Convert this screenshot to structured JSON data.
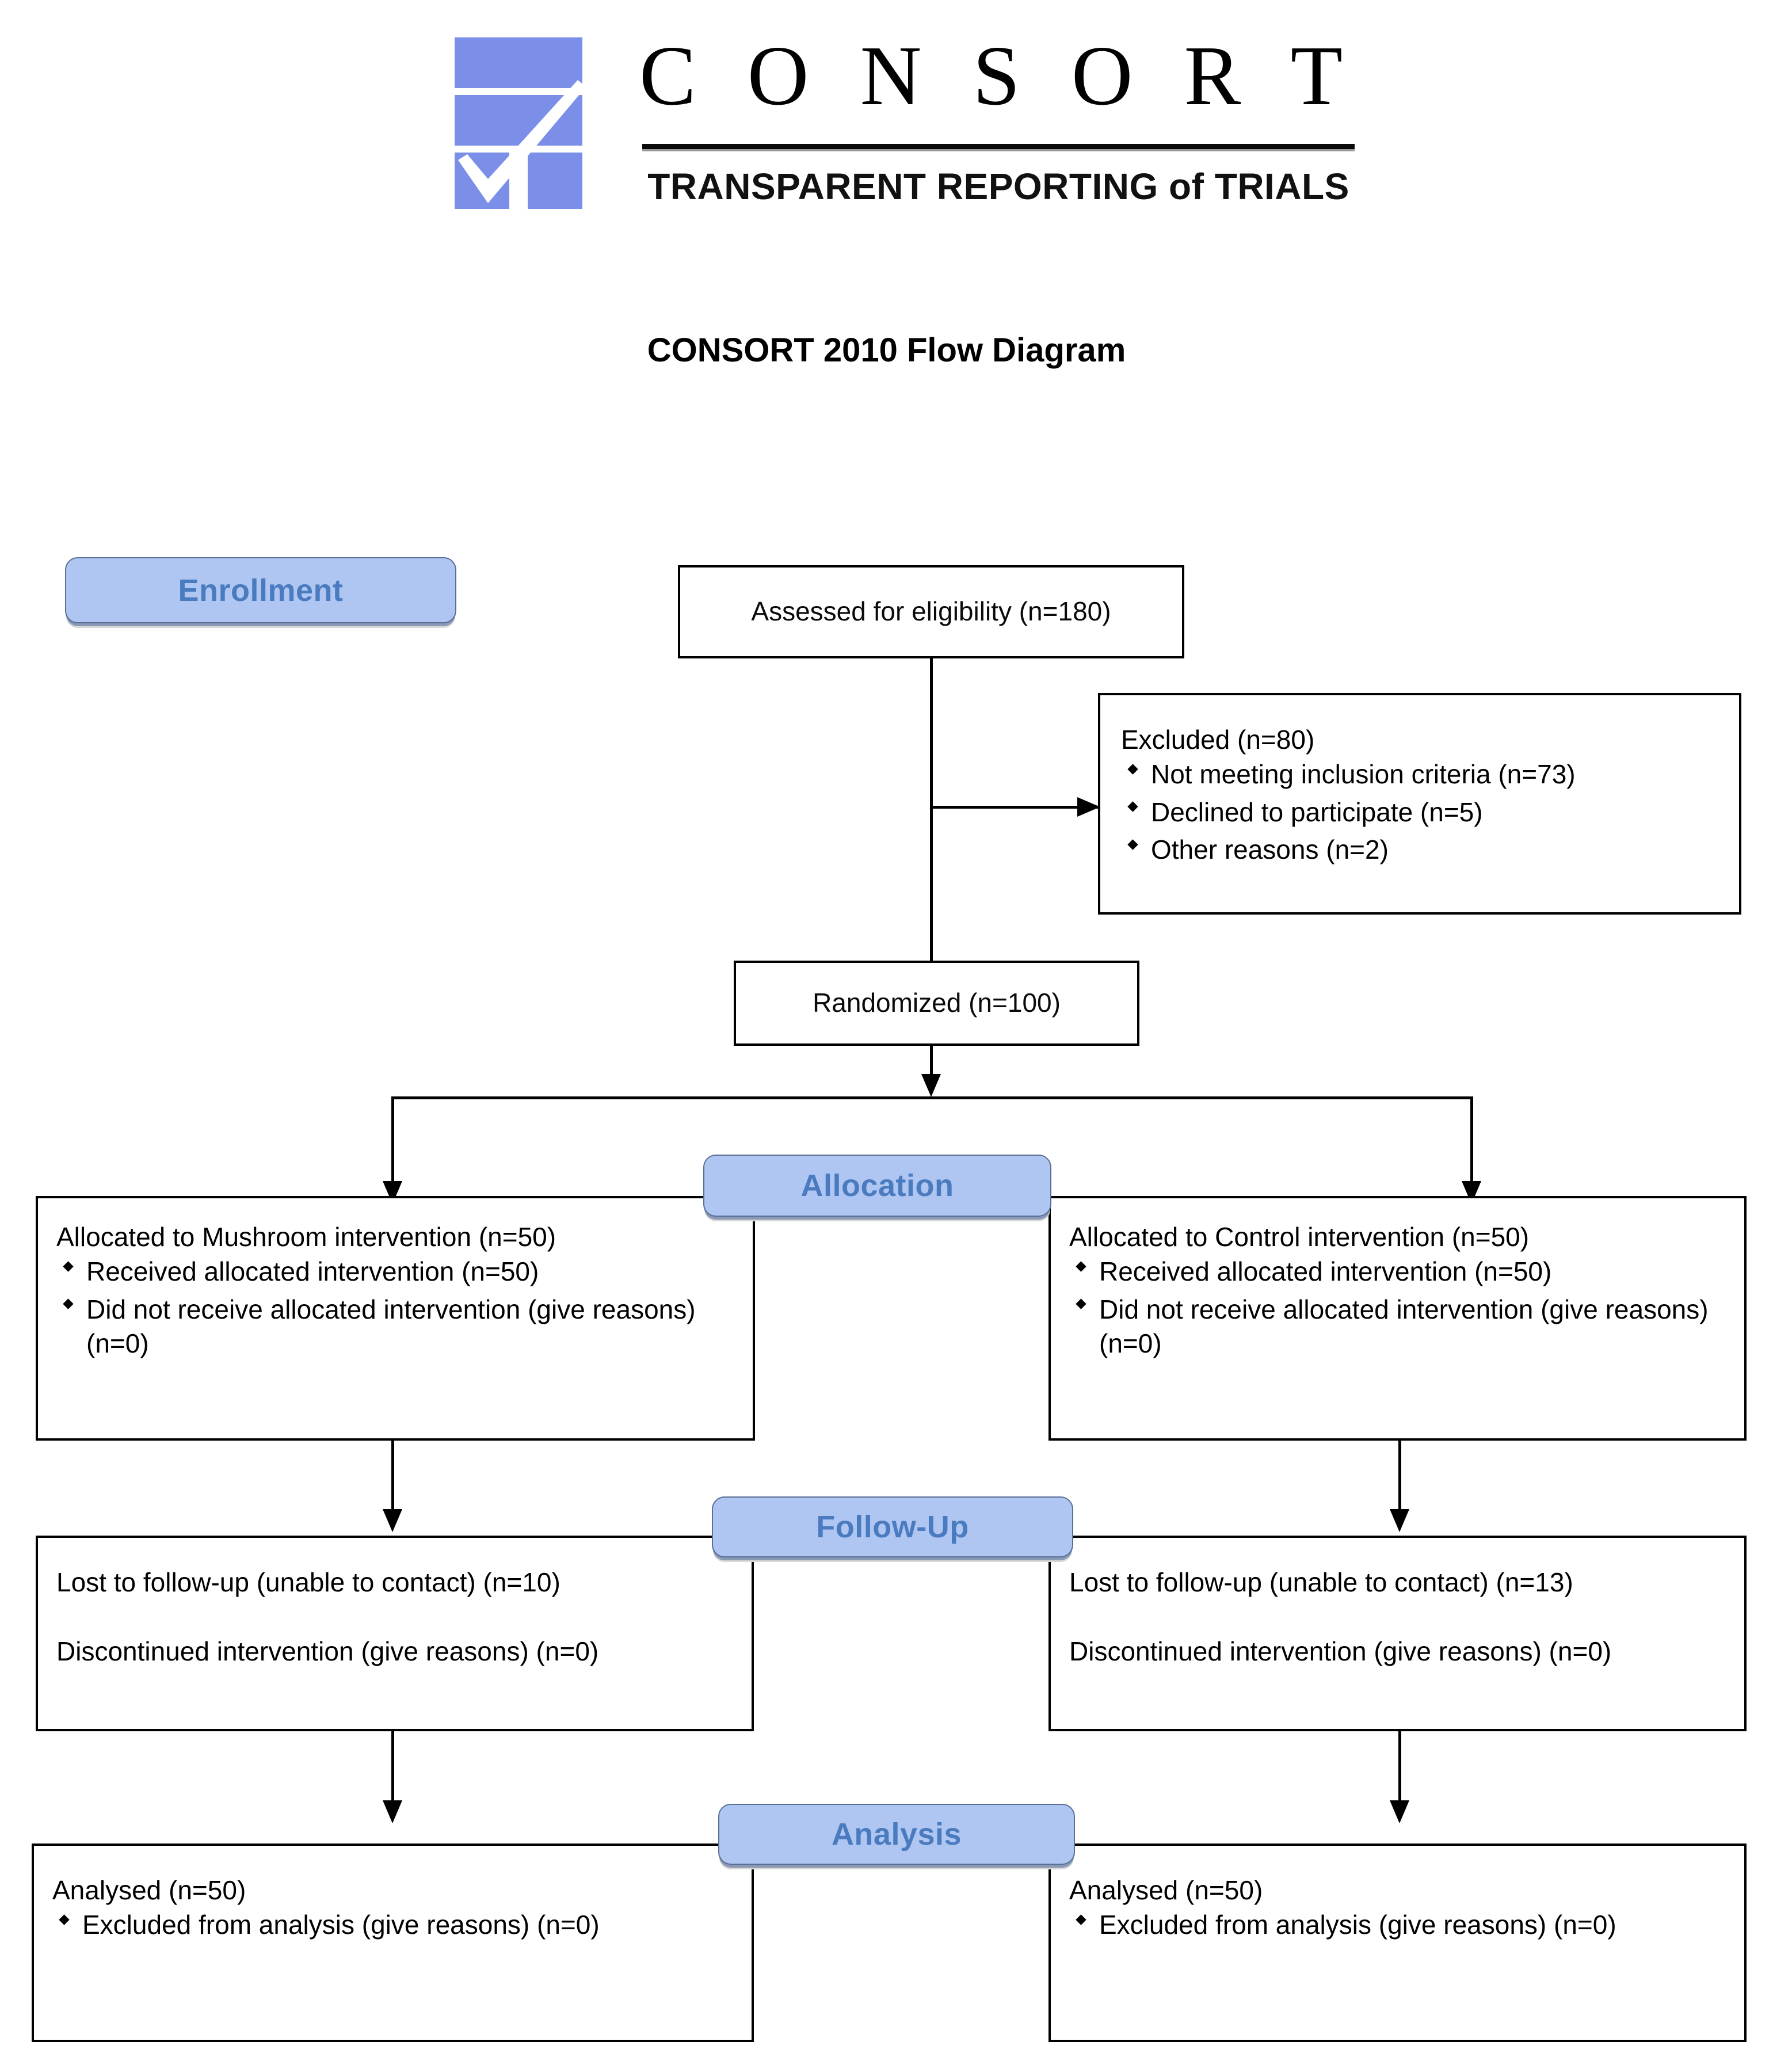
{
  "header": {
    "brand": "C O N S O R T",
    "tagline": "TRANSPARENT REPORTING of TRIALS",
    "logo_icon": "consort-checkmark-logo",
    "accent_blue": "#7B8FE8",
    "title": "CONSORT 2010 Flow Diagram"
  },
  "stages": {
    "enrollment": "Enrollment",
    "allocation": "Allocation",
    "followup": "Follow-Up",
    "analysis": "Analysis"
  },
  "colors": {
    "stage_fill": "#AFC6F2",
    "stage_text": "#4A7BBF",
    "box_border": "#000000",
    "box_fill": "#FFFFFF"
  },
  "boxes": {
    "assessed": {
      "text": "Assessed for eligibility (n=180)"
    },
    "excluded": {
      "heading": "Excluded  (n=80)",
      "bullets": [
        "Not meeting inclusion criteria (n=73)",
        "Declined to participate (n=5)",
        "Other reasons (n=2)"
      ]
    },
    "randomized": {
      "text": "Randomized (n=100)"
    },
    "allocation_left": {
      "heading": "Allocated to Mushroom intervention (n=50)",
      "bullets": [
        "Received allocated intervention (n=50)",
        "Did not receive allocated intervention (give reasons) (n=0)"
      ]
    },
    "allocation_right": {
      "heading": "Allocated to Control intervention (n=50)",
      "bullets": [
        "Received allocated intervention (n=50)",
        "Did not receive allocated intervention (give reasons) (n=0)"
      ]
    },
    "followup_left": {
      "line1": "Lost to follow-up (unable to contact) (n=10)",
      "line2": "Discontinued intervention (give reasons) (n=0)"
    },
    "followup_right": {
      "line1": "Lost to follow-up (unable to contact) (n=13)",
      "line2": "Discontinued intervention (give reasons) (n=0)"
    },
    "analysis_left": {
      "heading": "Analysed (n=50)",
      "bullets": [
        "Excluded from analysis (give reasons) (n=0)"
      ]
    },
    "analysis_right": {
      "heading": "Analysed (n=50)",
      "bullets": [
        "Excluded from analysis (give reasons) (n=0)"
      ]
    }
  }
}
